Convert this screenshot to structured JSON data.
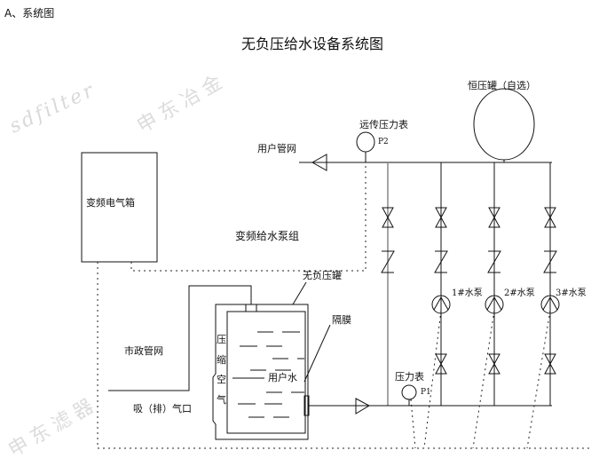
{
  "section_label": "A、系统图",
  "title": "无负压给水设备系统图",
  "labels": {
    "constant_tank": "恒压罐（自选）",
    "remote_gauge": "远传压力表",
    "p2": "P2",
    "user_network": "用户管网",
    "control_box": "变频电气箱",
    "pump_group": "变频给水泵组",
    "nonneg_tank": "无负压罐",
    "municipal": "市政管网",
    "diaphragm": "隔膜",
    "compressed_air": [
      "压",
      "缩",
      "空",
      "气"
    ],
    "user_water": "用户水",
    "air_port": "吸（排）气口",
    "gauge": "压力表",
    "p1": "P1",
    "pumps": [
      "1#水泵",
      "2#水泵",
      "3#水泵"
    ]
  },
  "watermarks": {
    "latin": "sdfilter",
    "cn1": "申东冶金",
    "cn2": "申东滤器"
  }
}
